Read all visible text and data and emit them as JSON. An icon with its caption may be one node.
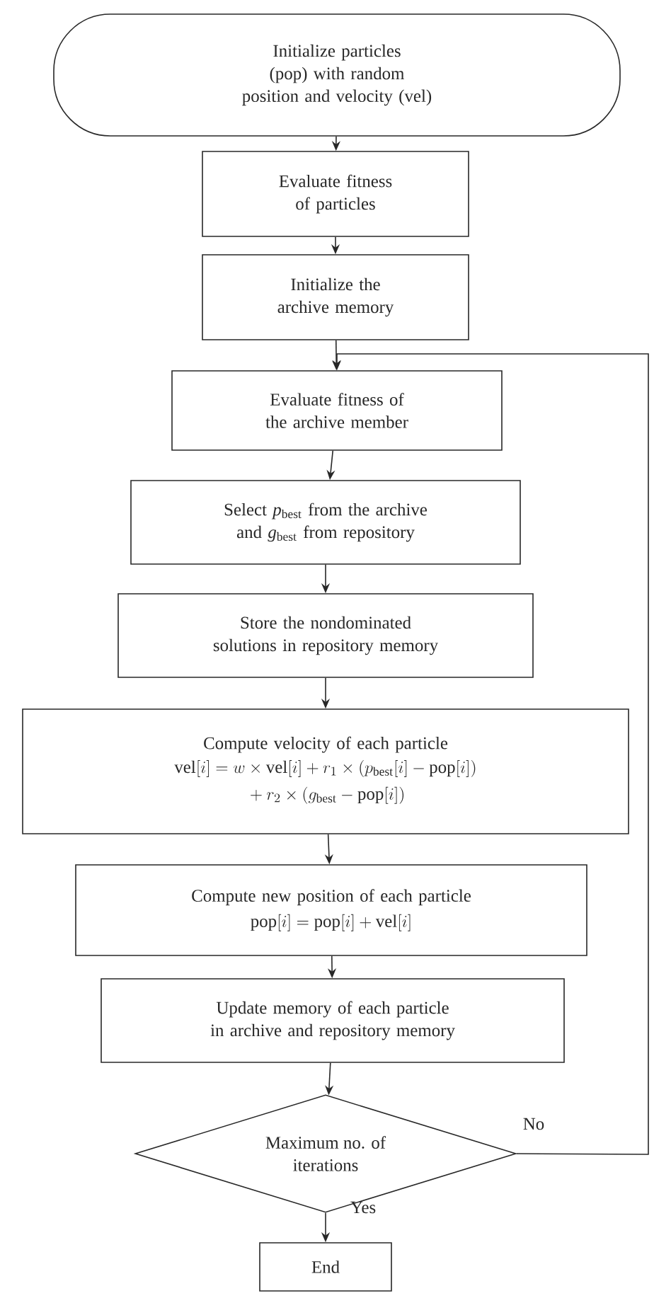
{
  "diagram": {
    "nodes": [
      {
        "text": [
          "Initialize particles (pop) with random position and velocity (vel)"
        ]
      },
      {
        "text": [
          "Evaluate fitness of particles"
        ]
      },
      {
        "text": [
          "Initialize the archive memory"
        ]
      },
      {
        "text": [
          "Evaluate fitness of the archive member"
        ]
      },
      {
        "text": [
          "Select *p*$_{best}$ from the archive and *g*$_{best}$ from repository"
        ]
      },
      {
        "text": [
          "Store the nondominated solutions in repository memory"
        ]
      },
      {
        "text": [
          "Compute velocity of each particle",
          "\\begin{gathered}\\mathrm{vel}[i] = w \\times \\mathrm{vel}[i] + r_1 \\times (p_{\\mathrm{best}}[i] - \\mathrm{pop}[i])\\\\ {}+ r_2 \\times (g_{\\mathrm{best}} - \\mathrm{pop}[i])\\end{gathered}"
        ]
      },
      {
        "text": [
          "Compute new position of each particle",
          "\\mathrm{pop}[i] = \\mathrm{pop}[i] + \\mathrm{vel}[i]"
        ]
      },
      {
        "text": [
          "Update memory of each particle in archive and repository memory"
        ]
      },
      {
        "text": [
          "Maximum no. of iterations"
        ]
      },
      {
        "text": [
          "End"
        ]
      }
    ],
    "edges": [
      {
        "from": 0,
        "to": 1,
        "arrow": "to"
      },
      {
        "from": 1,
        "to": 2,
        "arrow": "to"
      },
      {
        "from": 2,
        "to": 3,
        "arrow": "to"
      },
      {
        "from": 3,
        "to": 4,
        "arrow": "to"
      },
      {
        "from": 4,
        "to": 5,
        "arrow": "to"
      },
      {
        "from": 5,
        "to": 6,
        "arrow": "to"
      },
      {
        "from": 6,
        "to": 7,
        "arrow": "to"
      },
      {
        "from": 7,
        "to": 8,
        "arrow": "to"
      },
      {
        "from": 8,
        "to": 9,
        "arrow": "to"
      },
      {
        "from": 9,
        "to": 10,
        "arrow": "to",
        "label": "Yes"
      },
      {
        "from": 9,
        "to": 3,
        "arrow": "to",
        "label": "No"
      }
    ]
  }
}
